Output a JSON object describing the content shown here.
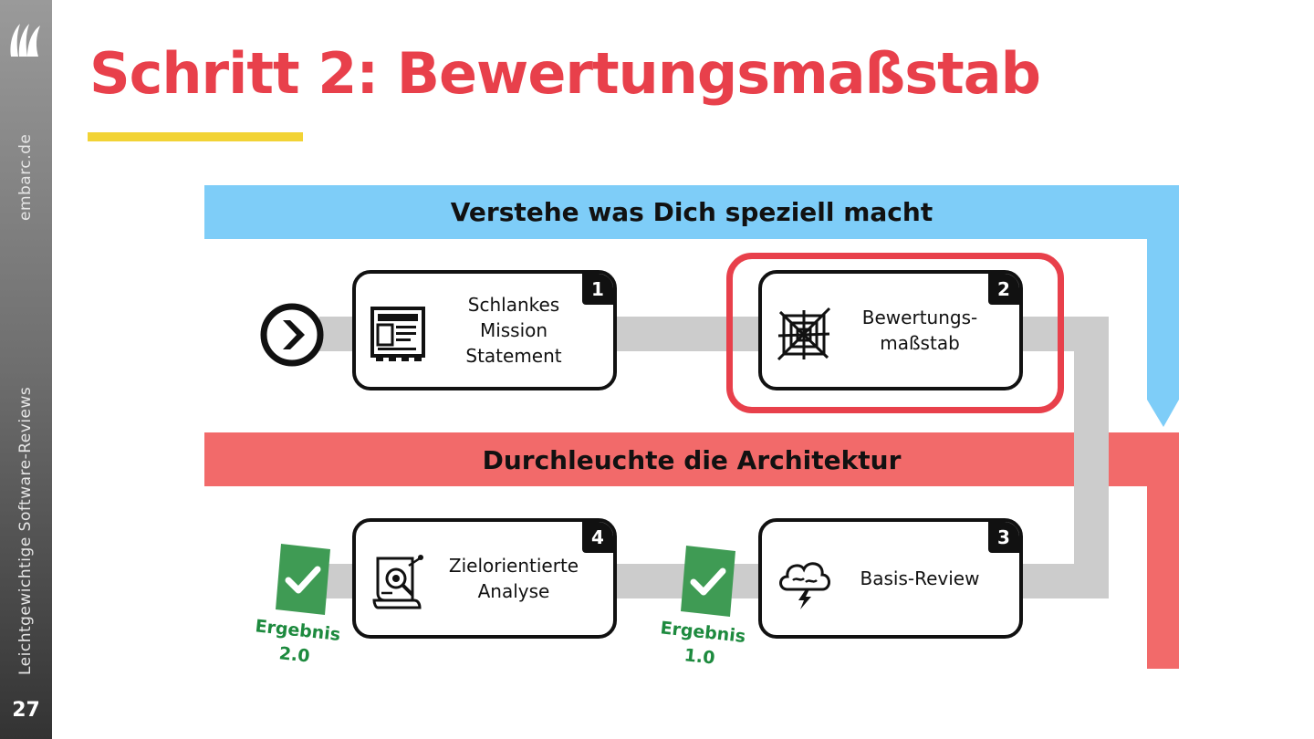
{
  "sidebar": {
    "website": "embarc.de",
    "topic": "Leichtgewichtige Software-Reviews",
    "page_number": "27",
    "logo_icon": "embarc-sail-logo-icon"
  },
  "title": "Schritt 2: Bewertungsmaßstab",
  "colors": {
    "accent_red": "#e8404b",
    "band_blue": "#7ecdf8",
    "band_red": "#f26a6a",
    "underline_yellow": "#f2d335",
    "check_green": "#3f9b54"
  },
  "bands": {
    "blue": "Verstehe was Dich speziell macht",
    "red": "Durchleuchte die Architektur"
  },
  "steps": [
    {
      "number": "1",
      "label_line1": "Schlankes Mission",
      "label_line2": "Statement",
      "icon": "newspaper-icon"
    },
    {
      "number": "2",
      "label_line1": "Bewertungs-",
      "label_line2": "maßstab",
      "icon": "spider-web-icon"
    },
    {
      "number": "3",
      "label_line1": "Basis-Review",
      "label_line2": "",
      "icon": "storm-cloud-icon"
    },
    {
      "number": "4",
      "label_line1": "Zielorientierte",
      "label_line2": "Analyse",
      "icon": "document-magnifier-icon"
    }
  ],
  "results": [
    {
      "line1": "Ergebnis",
      "line2": "2.0",
      "icon": "checkmark-icon"
    },
    {
      "line1": "Ergebnis",
      "line2": "1.0",
      "icon": "checkmark-icon"
    }
  ],
  "start_icon": "chevron-right-circle-icon"
}
